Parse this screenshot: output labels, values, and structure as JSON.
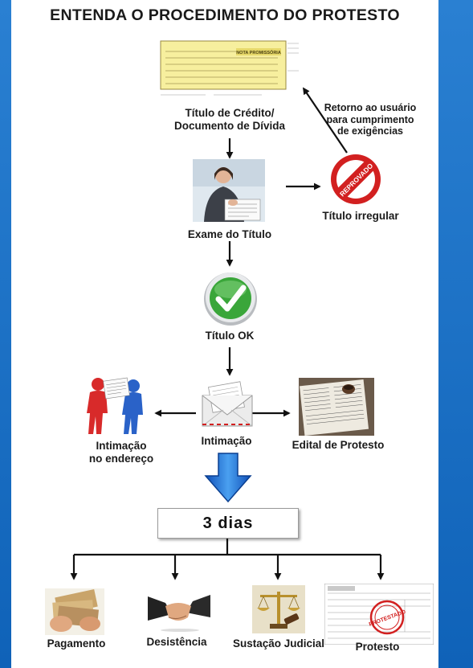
{
  "title": "ENTENDA O PROCEDIMENTO DO PROTESTO",
  "nodes": {
    "titulo_credito": "Título de Crédito/\nDocumento de Dívida",
    "exame": "Exame do Título",
    "titulo_irregular": "Título irregular",
    "retorno": "Retorno ao usuário\npara cumprimento\nde exigências",
    "titulo_ok": "Título OK",
    "intimacao": "Intimação",
    "intimacao_endereco": "Intimação\nno endereço",
    "edital": "Edital de Protesto",
    "dias": "3 dias",
    "pagamento": "Pagamento",
    "desistencia": "Desistência",
    "sustacao": "Sustação Judicial",
    "protesto": "Protesto"
  },
  "stamps": {
    "reprovado": "REPROVADO",
    "nota_promissoria": "NOTA PROMISSÓRIA",
    "protestado": "PROTESTADO"
  },
  "colors": {
    "background": "#1a6fc4",
    "panel": "#ffffff",
    "reprovado_red": "#d22020",
    "ok_green": "#3aa63a",
    "down_arrow_blue": "#1f6fd0"
  }
}
